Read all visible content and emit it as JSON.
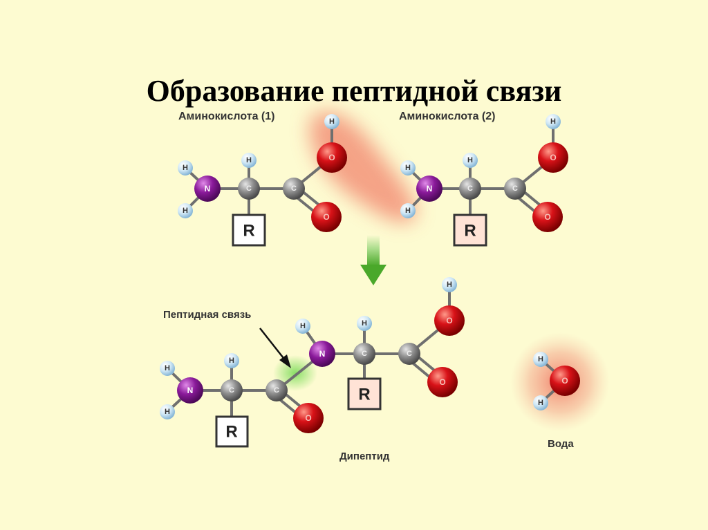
{
  "title": "Образование пептидной связи",
  "labels": {
    "amino1": "Аминокислота (1)",
    "amino2": "Аминокислота (2)",
    "peptide_bond": "Пептидная связь",
    "dipeptide": "Дипептид",
    "water": "Вода"
  },
  "atoms": {
    "H": "H",
    "N": "N",
    "C": "C",
    "O": "O",
    "R": "R"
  },
  "colors": {
    "background": "#fdfbd1",
    "hydrogen": "#bfe0f2",
    "nitrogen": "#8a1a9a",
    "carbon": "#8e8e8e",
    "oxygen": "#d81218",
    "bond": "#6f6f6f",
    "arrow": "#5fb33a",
    "peptide_glow": "#7ddc5a",
    "removed_glow": "#ee5a4a"
  }
}
